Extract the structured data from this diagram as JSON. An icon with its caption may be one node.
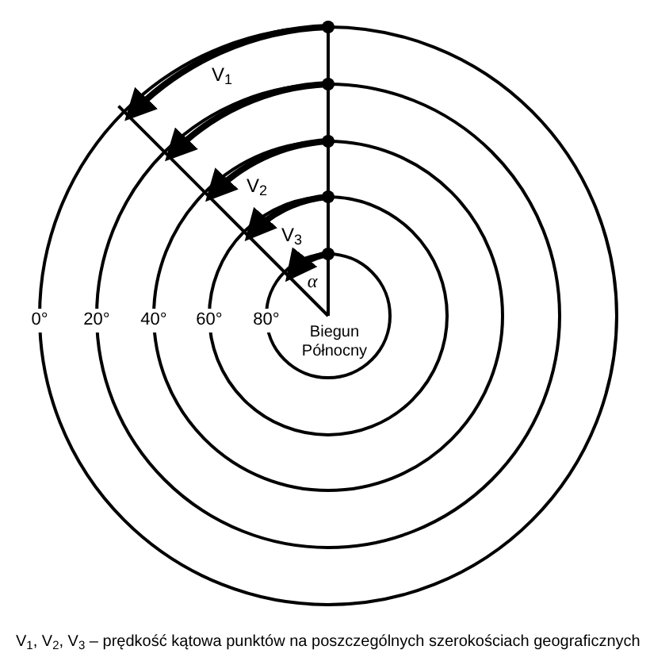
{
  "diagram": {
    "caption": "V$_{1}$, V$_{2}$, V$_{3}$ – prędkość kątowa punktów na poszczególnych szerokościach geograficznych",
    "labels": [
      "V$_{1}$",
      "V$_{2}$",
      "V$_{3}$",
      "α",
      "0°",
      "20°",
      "40°",
      "60°",
      "80°",
      "Biegun Północny"
    ]
  }
}
